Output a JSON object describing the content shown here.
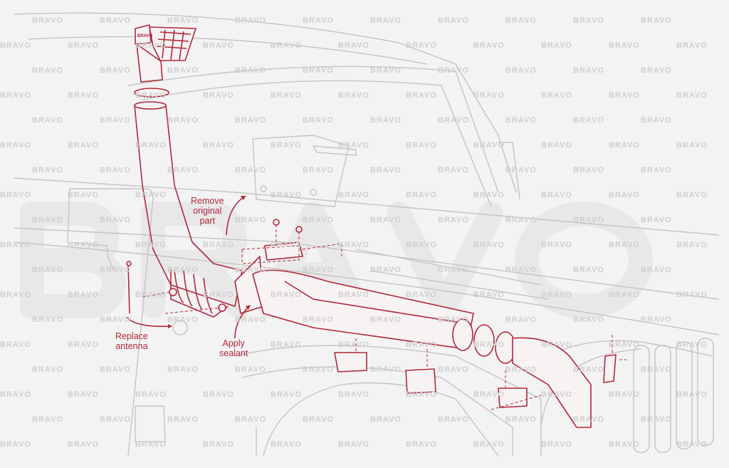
{
  "watermark": {
    "text": "BRAVO",
    "large_text": "BRAVO"
  },
  "annotations": {
    "remove_original_part": [
      "Remove",
      "original",
      "part"
    ],
    "replace_antenna": [
      "Replace",
      "antenna"
    ],
    "apply_sealant": [
      "Apply",
      "sealant"
    ]
  },
  "snorkel_head_logo": "BRAVO",
  "colors": {
    "accent": "#b0283a",
    "outline": "#c4c4c4",
    "background": "#f3f3f3"
  }
}
